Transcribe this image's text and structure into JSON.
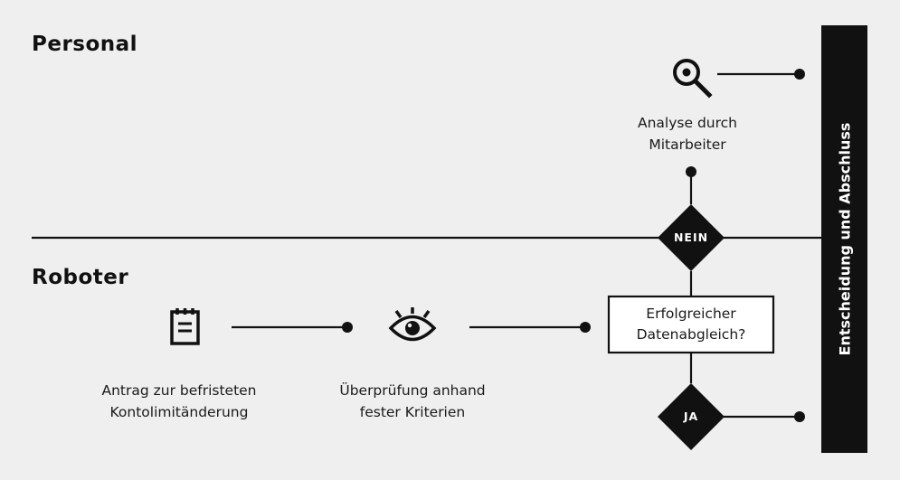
{
  "lanes": {
    "top": "Personal",
    "bottom": "Roboter"
  },
  "steps": {
    "request": {
      "icon": "clipboard-icon",
      "line1": "Antrag zur befristeten",
      "line2": "Kontolimitänderung"
    },
    "review": {
      "icon": "eye-icon",
      "line1": "Überprüfung anhand",
      "line2": "fester Kriterien"
    },
    "analysis": {
      "icon": "magnifier-icon",
      "line1": "Analyse durch",
      "line2": "Mitarbeiter"
    }
  },
  "decision": {
    "line1": "Erfolgreicher",
    "line2": "Datenabgleich?",
    "no_label": "NEIN",
    "yes_label": "JA"
  },
  "sidebar": {
    "label": "Entscheidung und Abschluss"
  },
  "colors": {
    "background": "#efefef",
    "ink": "#111111",
    "box_fill": "#ffffff"
  }
}
